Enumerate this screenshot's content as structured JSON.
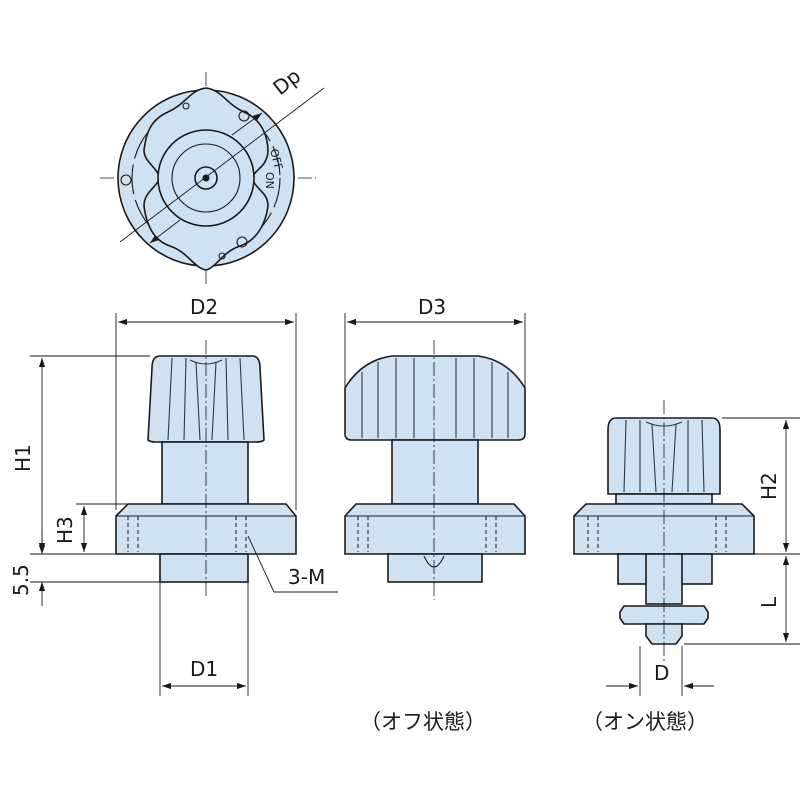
{
  "labels": {
    "dp": "Dp",
    "d2": "D2",
    "d3": "D3",
    "d1": "D1",
    "d": "D",
    "h1": "H1",
    "h2": "H2",
    "h3": "H3",
    "l": "L",
    "offset": "5.5",
    "thread": "3-M"
  },
  "engraving": {
    "off": "OFF",
    "on": "ON"
  },
  "captions": {
    "off_state": "（オフ状態）",
    "on_state": "（オン状態）"
  },
  "colors": {
    "part_fill": "#cfe2f1",
    "line": "#1a1a1a"
  }
}
